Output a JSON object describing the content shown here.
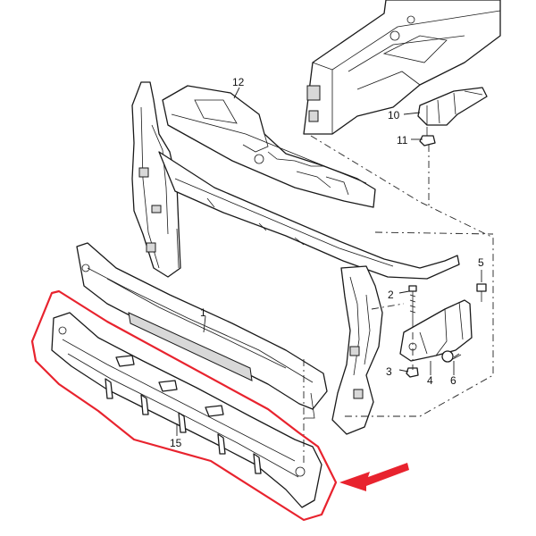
{
  "diagram": {
    "callouts": [
      {
        "id": "1",
        "label": "1"
      },
      {
        "id": "2",
        "label": "2"
      },
      {
        "id": "3",
        "label": "3"
      },
      {
        "id": "4",
        "label": "4"
      },
      {
        "id": "5",
        "label": "5"
      },
      {
        "id": "6",
        "label": "6"
      },
      {
        "id": "10",
        "label": "10"
      },
      {
        "id": "11",
        "label": "11"
      },
      {
        "id": "12",
        "label": "12"
      },
      {
        "id": "15",
        "label": "15"
      }
    ],
    "highlight": {
      "part": "15",
      "outline_color": "#e8232e",
      "arrow_color": "#e8232e"
    }
  }
}
